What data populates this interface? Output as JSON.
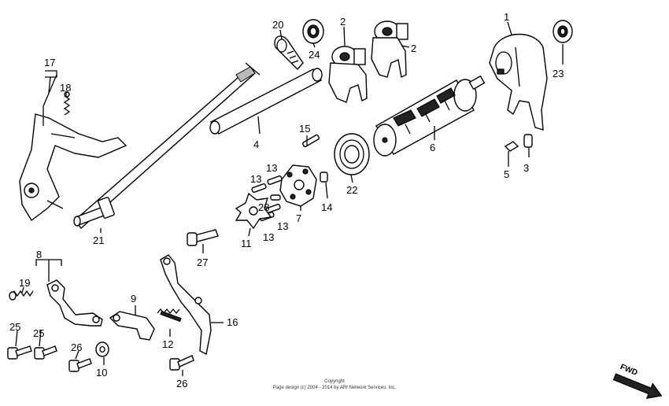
{
  "callouts": {
    "c1": "1",
    "c2a": "2",
    "c2b": "2",
    "c3": "3",
    "c4": "4",
    "c5": "5",
    "c6": "6",
    "c7": "7",
    "c8": "8",
    "c9": "9",
    "c10": "10",
    "c11": "11",
    "c12": "12",
    "c13a": "13",
    "c13b": "13",
    "c13c": "13",
    "c13d": "13",
    "c14": "14",
    "c15": "15",
    "c16": "16",
    "c17": "17",
    "c18": "18",
    "c19": "19",
    "c20": "20",
    "c21": "21",
    "c22": "22",
    "c23": "23",
    "c24": "24",
    "c25a": "25",
    "c25b": "25",
    "c26a": "26",
    "c26b": "26",
    "c27": "27",
    "c28": "28"
  },
  "copyright": {
    "line1": "Copyright",
    "line2": "Page design (c) 2004 - 2014 by ARI Network Services, Inc."
  },
  "direction": {
    "label": "FWD"
  }
}
